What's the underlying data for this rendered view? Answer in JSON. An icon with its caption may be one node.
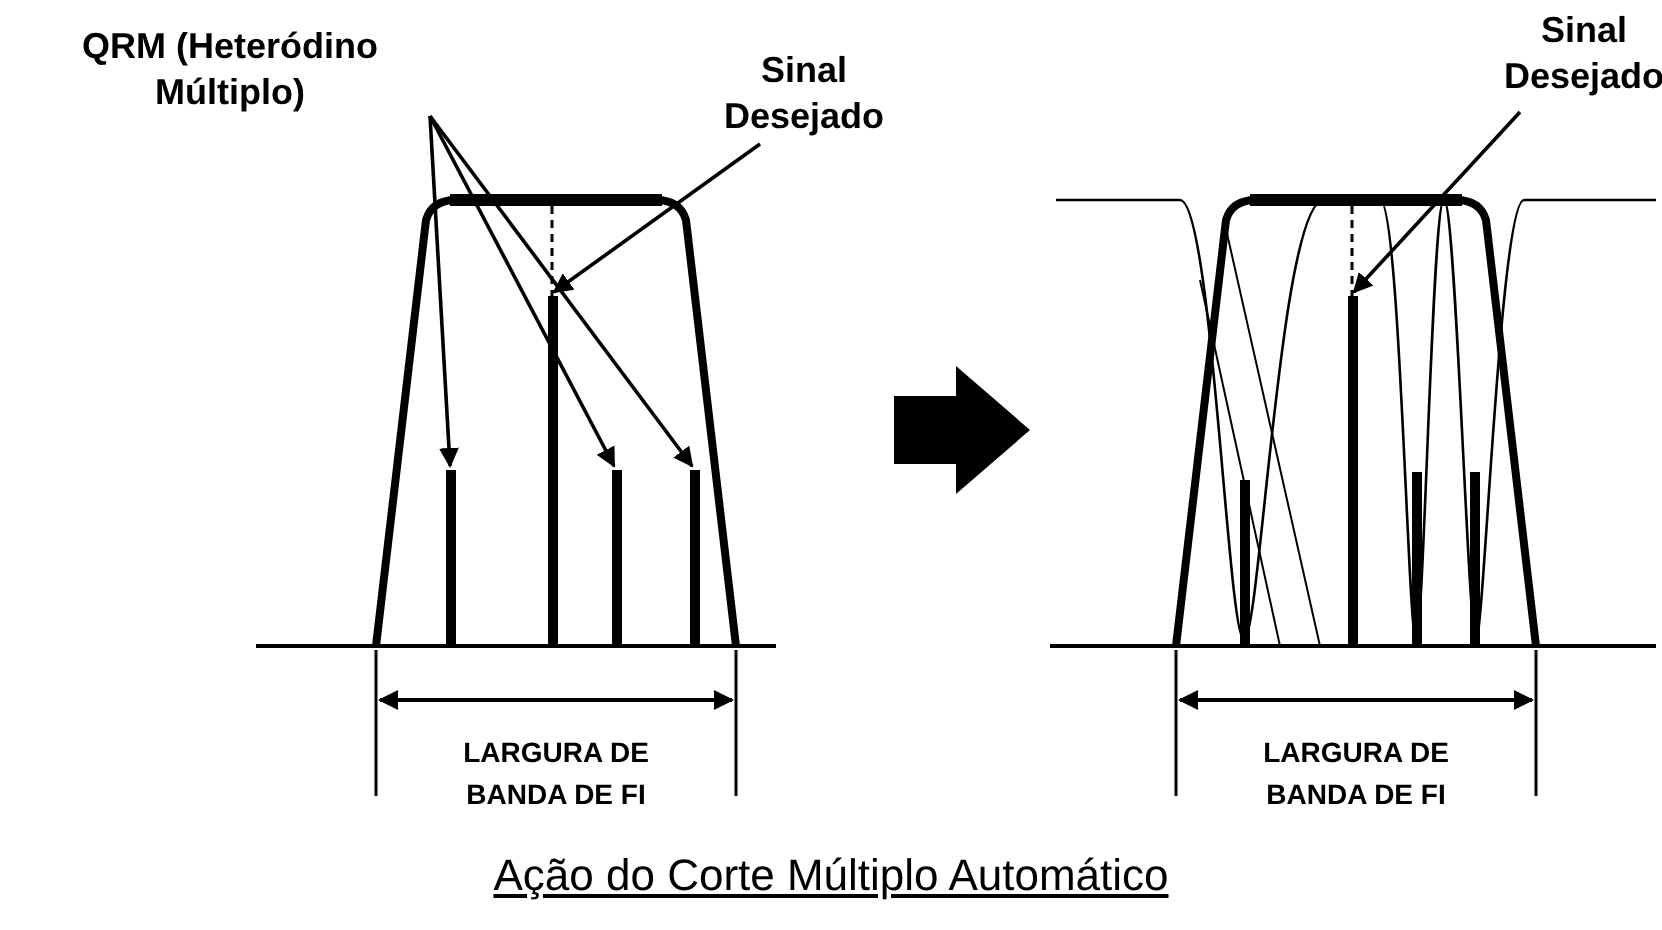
{
  "diagram": {
    "caption": "Ação do Corte Múltiplo Automático",
    "nodes": [
      {
        "text": [
          "QRM (Heteródino Múltiplo)"
        ]
      },
      {
        "text": [],
        "shape": "bar"
      },
      {
        "text": [],
        "shape": "bar"
      },
      {
        "text": [],
        "shape": "bar"
      },
      {
        "text": [],
        "shape": "bar"
      },
      {
        "text": [
          "Sinal Desejado"
        ]
      },
      {
        "text": [
          "Sinal Desejado"
        ]
      },
      {
        "text": [],
        "shape": "bar"
      }
    ],
    "edges": [
      {
        "from": 0,
        "to": 1,
        "arrow": "to"
      },
      {
        "from": 0,
        "to": 3,
        "arrow": "to"
      },
      {
        "from": 0,
        "to": 4,
        "arrow": "to"
      },
      {
        "from": 5,
        "to": 2,
        "arrow": "to"
      },
      {
        "from": 6,
        "to": 7,
        "arrow": "to"
      }
    ],
    "labels": [
      "LARGURA DE BANDA DE FI",
      "LARGURA DE BANDA DE FI"
    ]
  }
}
